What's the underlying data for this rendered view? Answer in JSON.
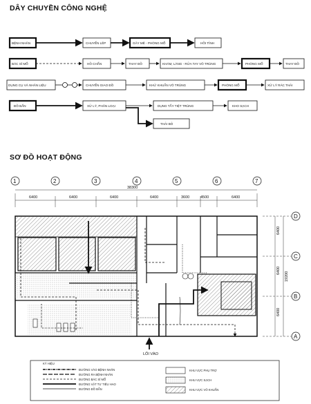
{
  "titles": {
    "flow": "DÂY CHUYỀN CÔNG NGHỆ",
    "activity": "SƠ ĐỒ HOẠT ĐỘNG"
  },
  "flow": {
    "row1": [
      "BỆNH NHÂN",
      "CHUYỂN LÊP",
      "GÂY MÊ - PHÒNG MỔ",
      "HỒI TỈNH"
    ],
    "row2": [
      "BÁC SĨ MỔ",
      "HỒ CHẨN",
      "THAY ĐỒ",
      "KHÁM, LÀNG - RỬA TAY VÔ TRÙNG",
      "PHÒNG MỔ",
      "THAY ĐỒ"
    ],
    "row3": [
      "DỤNG CỤ VÀ NHÂN LIỆU",
      "CHUYỂN GIAO ĐỒ",
      "KHỬ KHUẨN VÔ TRÙNG",
      "PHÒNG MỔ",
      "XỬ LÝ RÁC THẢI"
    ],
    "row4": [
      "ĐỒ BẨN",
      "XỬ LÝ, PHÂN LOẠI",
      "DỤNG TẨY TIỆT TRÙNG",
      "KHO SẠCH",
      "THẢI BỎ"
    ]
  },
  "plan": {
    "axes_num": [
      "1",
      "2",
      "3",
      "4",
      "5",
      "6",
      "7"
    ],
    "axes_letter": [
      "D",
      "C",
      "B",
      "A"
    ],
    "total_width": "38300",
    "spans": [
      "6400",
      "6400",
      "6400",
      "6400",
      "3600",
      "4500",
      "6400"
    ],
    "total_height": "19200",
    "v_spans": [
      "6400",
      "6400",
      "6400"
    ],
    "entrance": "LỐI VÀO"
  },
  "legend": {
    "title": "KÝ HIỆU",
    "lines": [
      "ĐƯỜNG VÀO BỆNH NHÂN",
      "ĐƯỜNG RA BỆNH NHÂN",
      "ĐƯỜNG BÁC SĨ MỔ",
      "ĐƯỜNG VẬT TƯ TIÊU HAO",
      "ĐƯỜNG ĐỒ BẨN"
    ],
    "zones": [
      "KHU VỰC PHỤ TRỢ",
      "KHU VỰC SẠCH",
      "KHU VỰC VÔ KHUẨN"
    ]
  }
}
